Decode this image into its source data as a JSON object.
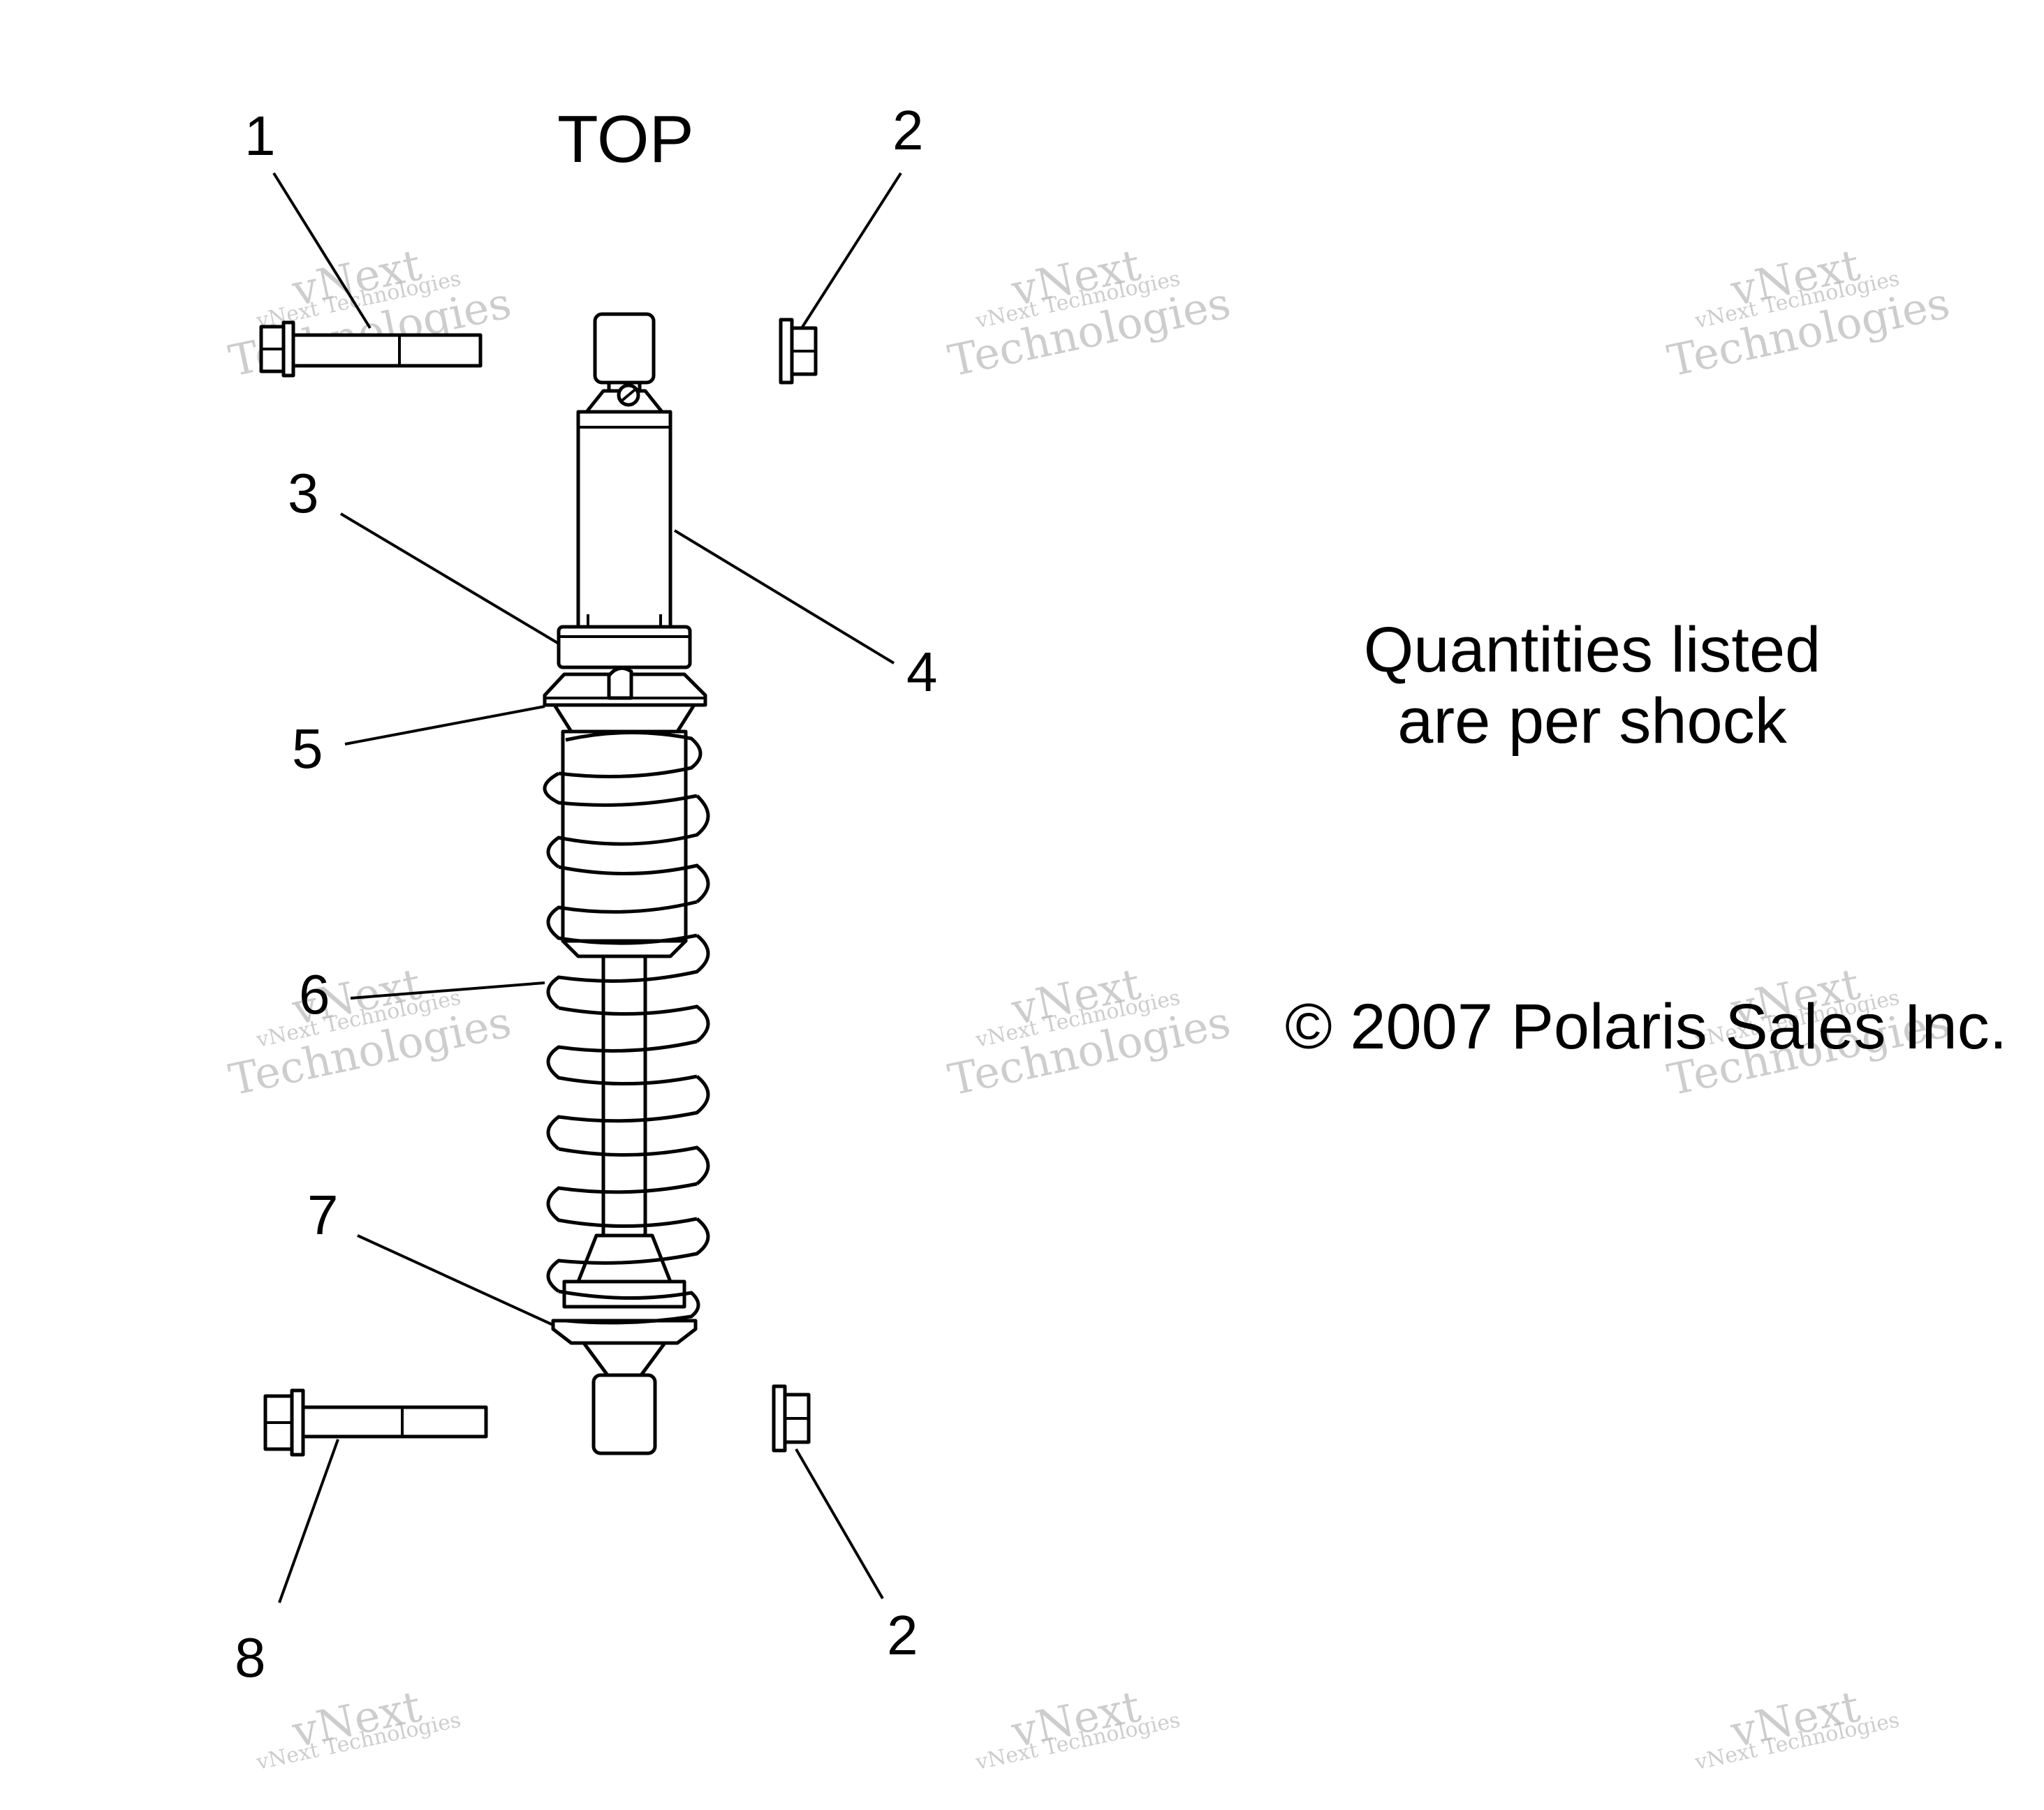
{
  "labels": {
    "top": "TOP",
    "quantities_line1": "Quantities listed",
    "quantities_line2": "are per shock",
    "copyright": "© 2007 Polaris Sales Inc."
  },
  "callouts": [
    {
      "id": "c1",
      "text": "1"
    },
    {
      "id": "c2a",
      "text": "2"
    },
    {
      "id": "c3",
      "text": "3"
    },
    {
      "id": "c4",
      "text": "4"
    },
    {
      "id": "c5",
      "text": "5"
    },
    {
      "id": "c6",
      "text": "6"
    },
    {
      "id": "c7",
      "text": "7"
    },
    {
      "id": "c8",
      "text": "8"
    },
    {
      "id": "c2b",
      "text": "2"
    }
  ],
  "watermark": {
    "line1": "vNext Technologies",
    "line2": "vNext",
    "line3": "Technologies"
  }
}
